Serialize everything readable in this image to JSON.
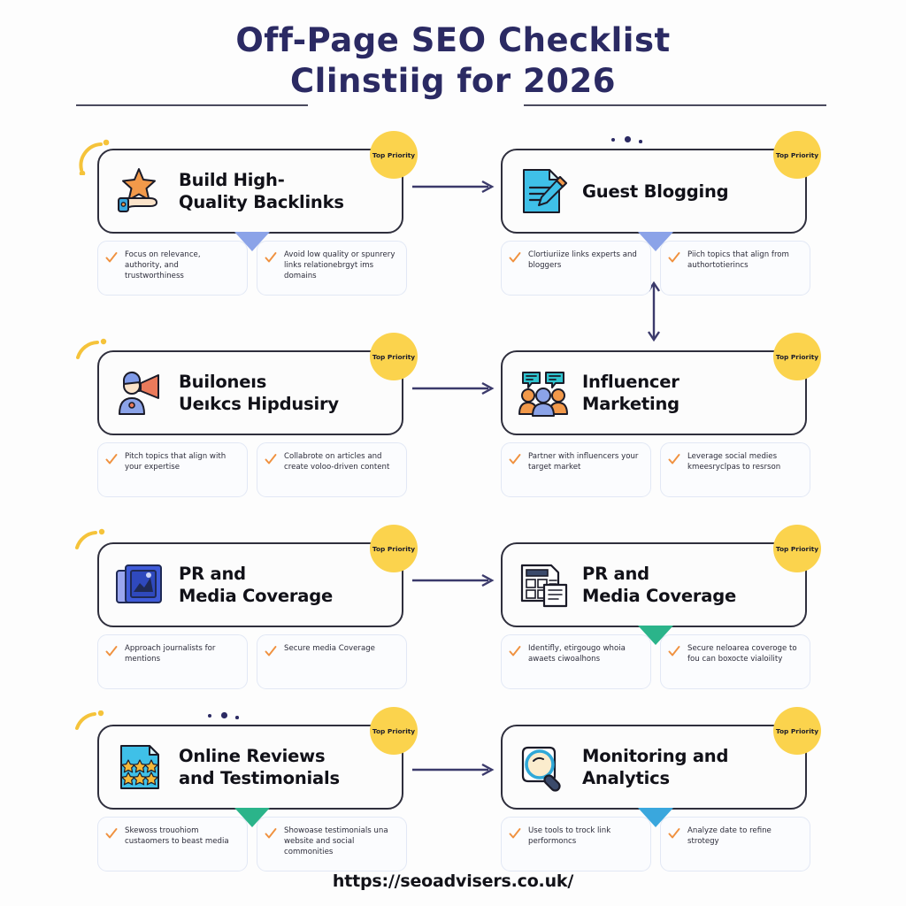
{
  "header": {
    "title_line1": "Off-Page SEO Checklist",
    "title_line2": "Clinstiig for 2026"
  },
  "badge_label": "Top Priority",
  "colors": {
    "title_navy": "#2b2a63",
    "badge_yellow": "#fbd34d",
    "pointer_blue": "#8ba3e8",
    "pointer_teal": "#2bb48a",
    "pointer_sky": "#3aa7dd",
    "check_orange": "#f0913f",
    "card_border": "#2f2f3d",
    "connector_navy": "#3b3a6b"
  },
  "cards": [
    {
      "id": "build-high-quality-backlinks",
      "icon": "star-in-hand-icon",
      "title": "Build High-\nQuality Backlinks",
      "badge": "Top Priority",
      "pointer_color": "blue",
      "tips": [
        "Focus on relevance, authority, and trustworthiness",
        "Avoid low quality or spunrery links relationebrgyt ims domains"
      ]
    },
    {
      "id": "guest-blogging",
      "icon": "document-pencil-icon",
      "title": "Guest Blogging",
      "badge": "Top Priority",
      "pointer_color": "blue",
      "tips": [
        "Clortiuriize links experts and bloggers",
        "Piich topics that align from authortotierincs"
      ]
    },
    {
      "id": "builoneis-ueikcs-hipdusiry",
      "icon": "megaphone-person-icon",
      "title": "Builoneıs\nUeıkcs Hipdusiry",
      "badge": "Top Priority",
      "pointer_color": "none",
      "tips": [
        "Pitch topics that align with your expertise",
        "Collabrote on articles and create voloo-driven content"
      ]
    },
    {
      "id": "influencer-marketing",
      "icon": "people-chat-icon",
      "title": "Influencer\nMarketing",
      "badge": "Top Priority",
      "pointer_color": "none",
      "tips": [
        "Partner with influencers your target market",
        "Leverage social medies kmeesryclpas to resrson"
      ]
    },
    {
      "id": "pr-and-media-coverage-left",
      "icon": "media-frames-icon",
      "title": "PR and\nMedia Coverage",
      "badge": "Top Priority",
      "pointer_color": "none",
      "tips": [
        "Approach journalists for mentions",
        "Secure media Coverage"
      ]
    },
    {
      "id": "pr-and-media-coverage-right",
      "icon": "newspaper-icon",
      "title": "PR and\nMedia Coverage",
      "badge": "Top Priority",
      "pointer_color": "teal",
      "tips": [
        "Identifly, etirgougo whoia awaets ciwoalhons",
        "Secure neloarea coveroge to fou can boxocte vialoility"
      ]
    },
    {
      "id": "online-reviews-and-testimonials",
      "icon": "review-stars-icon",
      "title": "Online Reviews\nand Testimonials",
      "badge": "Top Priority",
      "pointer_color": "teal",
      "tips": [
        "Skewoss trouohiom custaomers to beast media",
        "Showoase testimonials una website and social commonities"
      ]
    },
    {
      "id": "monitoring-and-analytics",
      "icon": "magnifier-icon",
      "title": "Monitoring and\nAnalytics",
      "badge": "Top Priority",
      "pointer_color": "sky",
      "tips": [
        "Use tools to trock link performoncs",
        "Analyze date to refine strotegy"
      ]
    }
  ],
  "footer": {
    "url": "https://seoadvisers.co.uk/"
  }
}
